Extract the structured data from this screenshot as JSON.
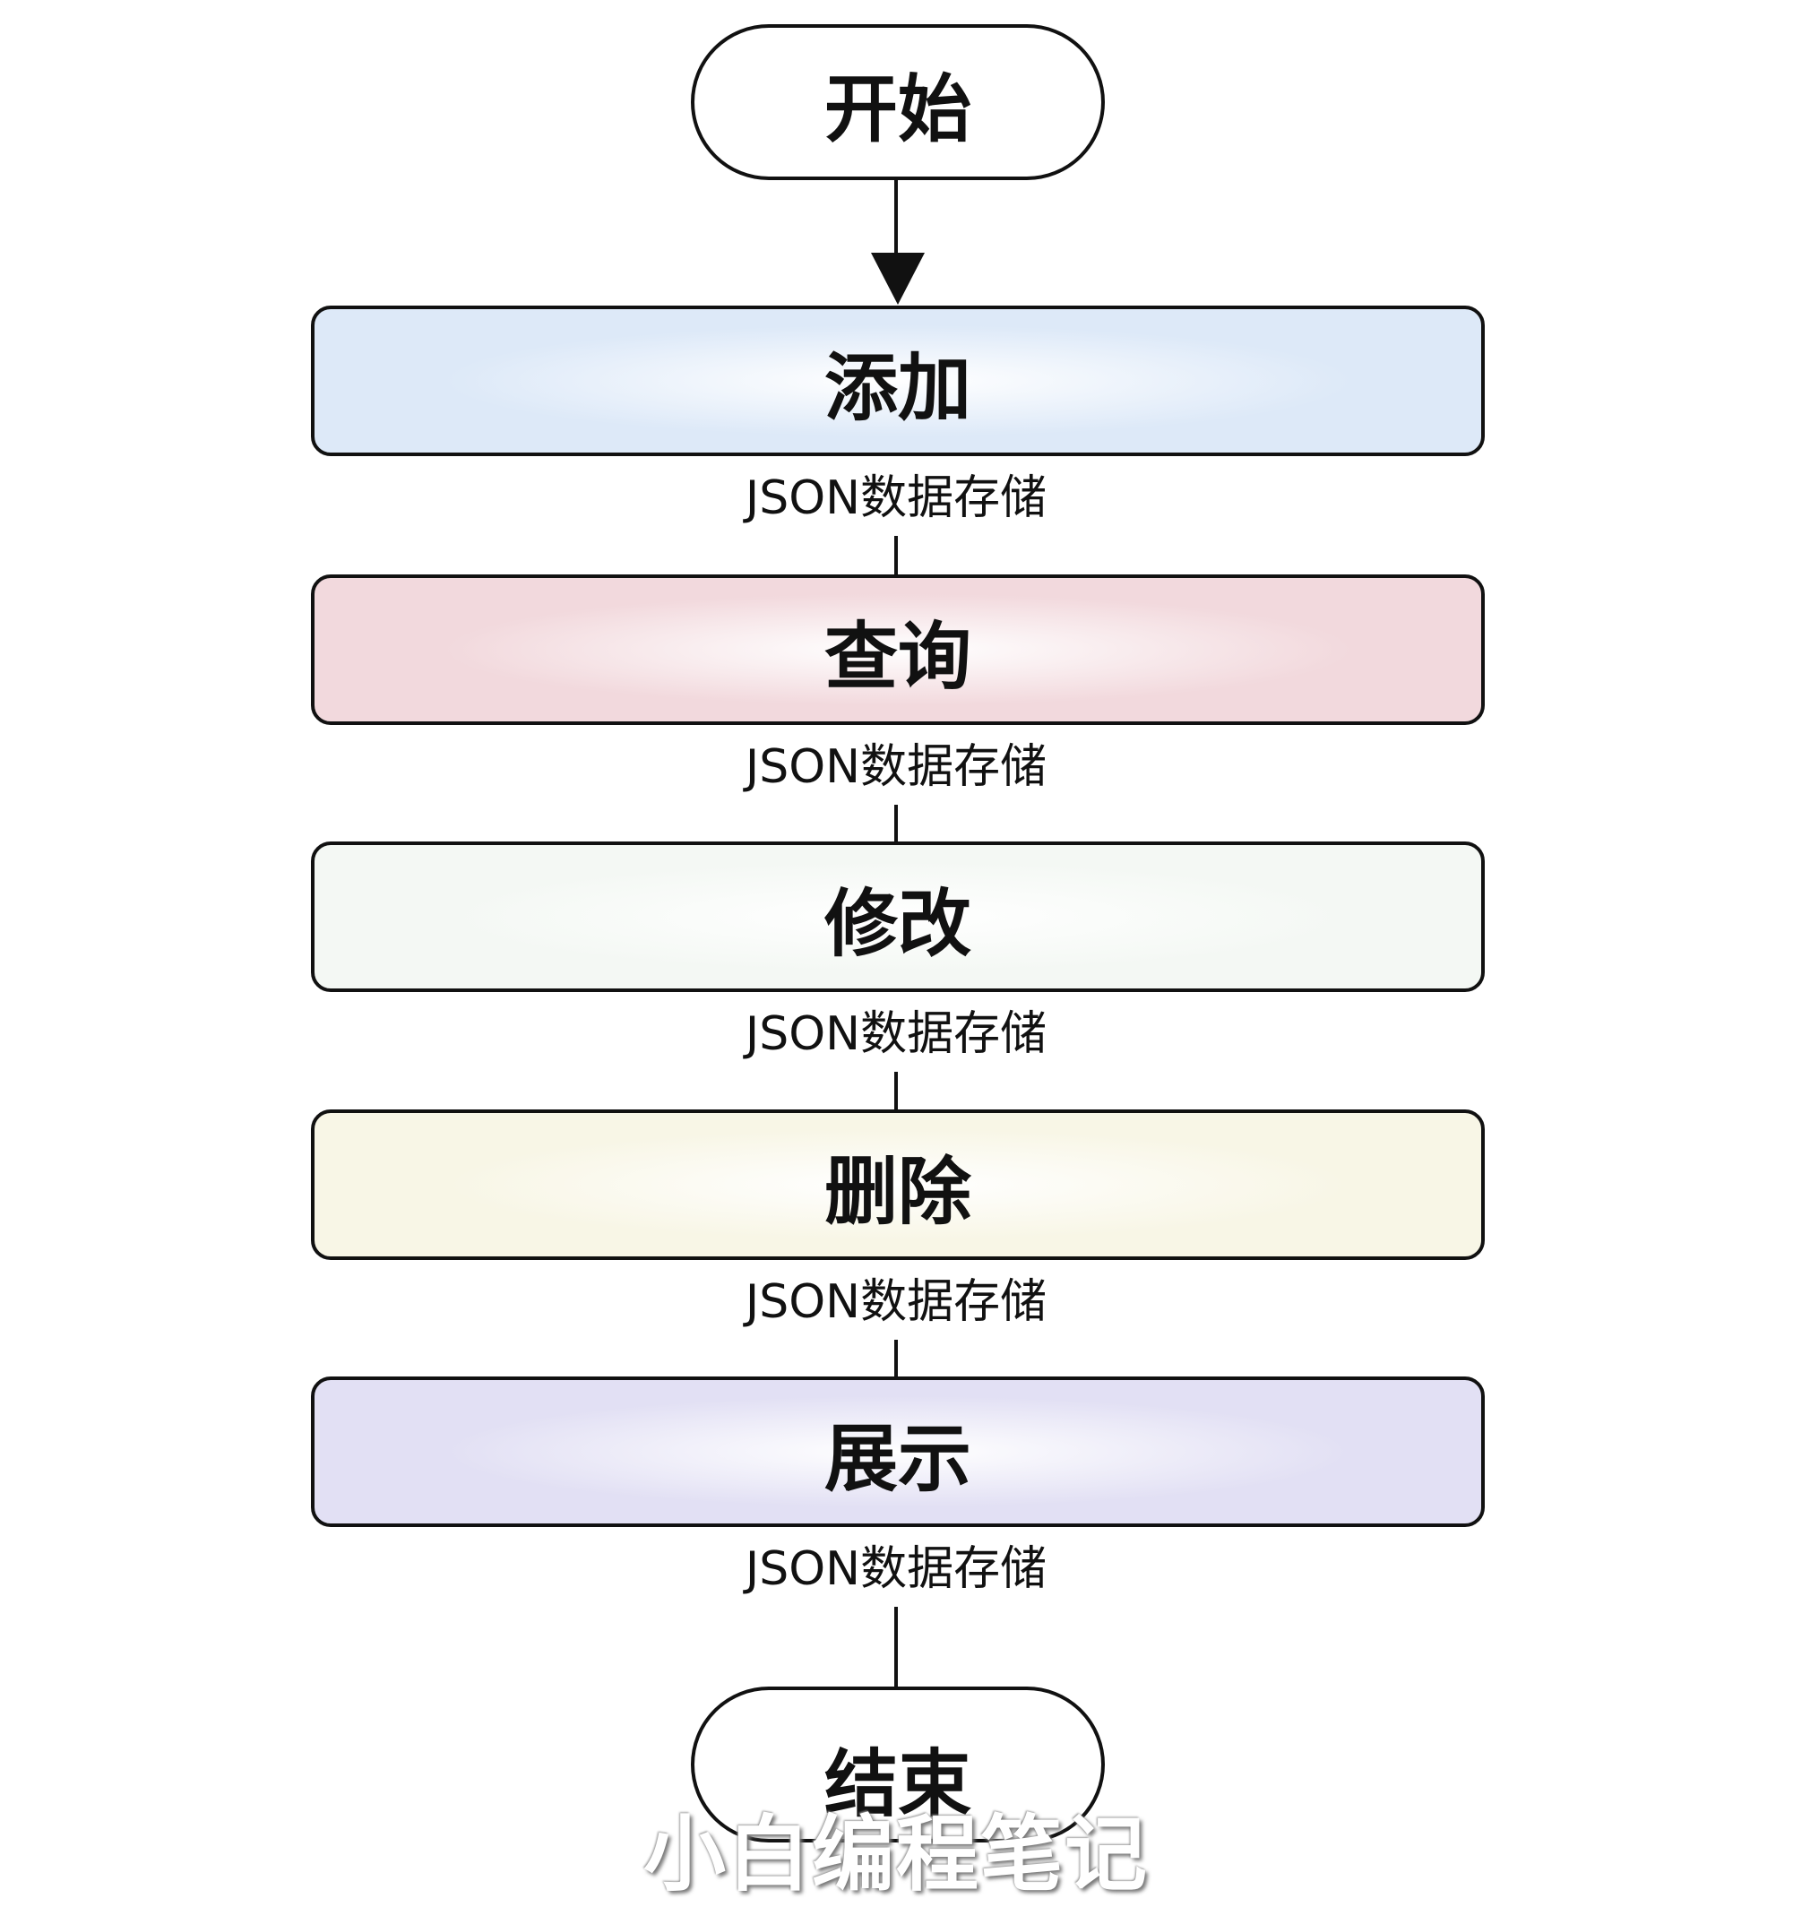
{
  "start": "开始",
  "end": "结束",
  "steps": [
    {
      "label": "添加",
      "fill": "#dde9f8"
    },
    {
      "label": "查询",
      "fill": "#f2d9dd"
    },
    {
      "label": "修改",
      "fill": "#f4f8f4"
    },
    {
      "label": "删除",
      "fill": "#f8f6e6"
    },
    {
      "label": "展示",
      "fill": "#e2e0f4"
    }
  ],
  "connector_label": "JSON数据存储",
  "watermark": "小白编程笔记"
}
